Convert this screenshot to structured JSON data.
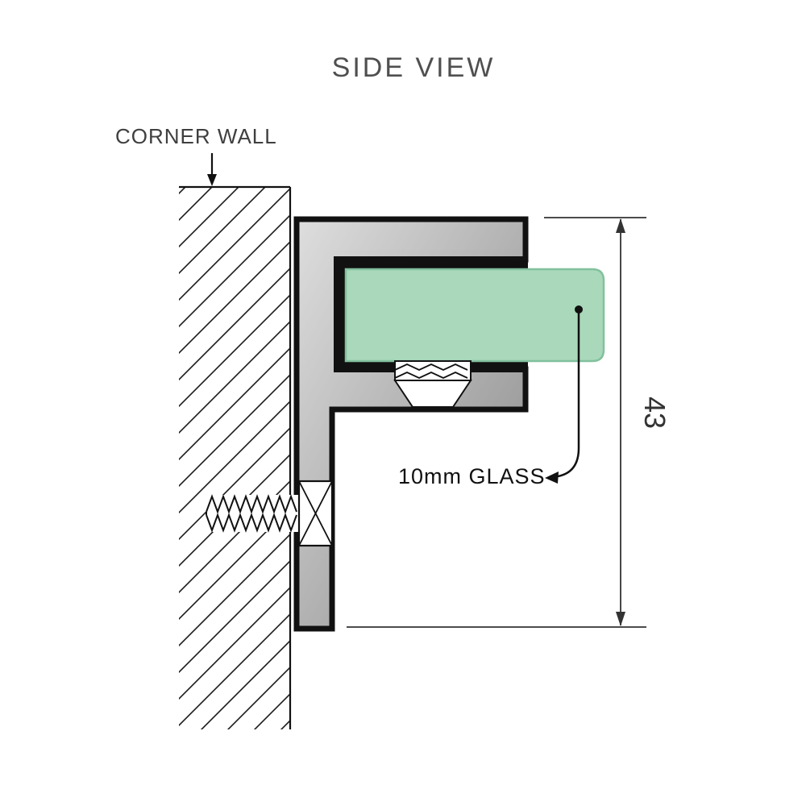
{
  "diagram": {
    "title": "SIDE VIEW",
    "wall": {
      "label": "CORNER WALL"
    },
    "glass": {
      "label": "10mm GLASS"
    },
    "dimension": {
      "value": "43"
    },
    "colors": {
      "glass_fill": "#a9d8bb",
      "glass_stroke": "#82c19d",
      "metal_light": "#dedede",
      "metal_dark": "#878787",
      "line": "#111111",
      "title_text": "#4f4f4f",
      "label_text": "#3f3f3f",
      "dim_text": "#333333"
    }
  }
}
